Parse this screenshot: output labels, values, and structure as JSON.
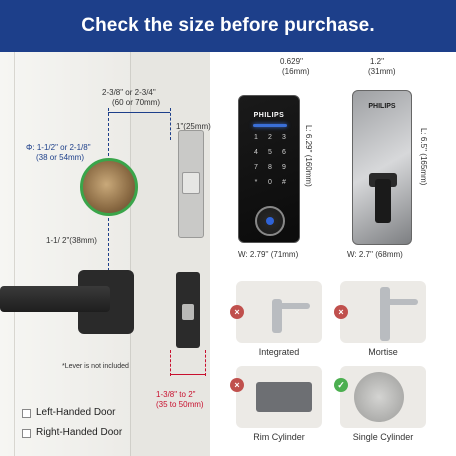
{
  "banner": {
    "title": "Check the size before purchase."
  },
  "door_dims": {
    "backset_label": "2-3/8\" or 2-3/4\"",
    "backset_metric": "(60 or 70mm)",
    "bore_label": "Φ: 1-1/2\" or 2-1/8\"",
    "bore_metric": "(38 or 54mm)",
    "edge_label": "1\"(25mm)",
    "center_label": "1-1/ 2\"(38mm)",
    "thickness_label": "1-3/8\" to 2\"",
    "thickness_metric": "(35 to 50mm)",
    "lever_note": "*Lever is not included"
  },
  "door_types": [
    {
      "label": "Left-Handed Door"
    },
    {
      "label": "Right-Handed Door"
    }
  ],
  "front_lock": {
    "brand": "PHILIPS",
    "depth_label": "0.629''",
    "depth_metric": "(16mm)",
    "height_label": "L: 6.29'' (160mm)",
    "width_label": "W: 2.79'' (71mm)",
    "keys": [
      "1",
      "2",
      "3",
      "4",
      "5",
      "6",
      "7",
      "8",
      "9",
      "*",
      "0",
      "#"
    ]
  },
  "back_lock": {
    "brand": "PHILIPS",
    "depth_label": "1.2''",
    "depth_metric": "(31mm)",
    "height_label": "L: 6.5'' (165mm)",
    "width_label": "W: 2.7'' (68mm)"
  },
  "lock_types": [
    {
      "label": "Integrated",
      "status": "x"
    },
    {
      "label": "Mortise",
      "status": "x"
    },
    {
      "label": "Rim Cylinder",
      "status": "x"
    },
    {
      "label": "Single Cylinder",
      "status": "ok"
    }
  ],
  "status_marks": {
    "x": "×",
    "ok": "✓"
  },
  "colors": {
    "banner": "#1d3f8a",
    "dimension_blue": "#1d3f8a",
    "dimension_red": "#c8102e",
    "bore_ring": "#3aa54a",
    "reject": "#c0504d",
    "accept": "#4caf50"
  }
}
